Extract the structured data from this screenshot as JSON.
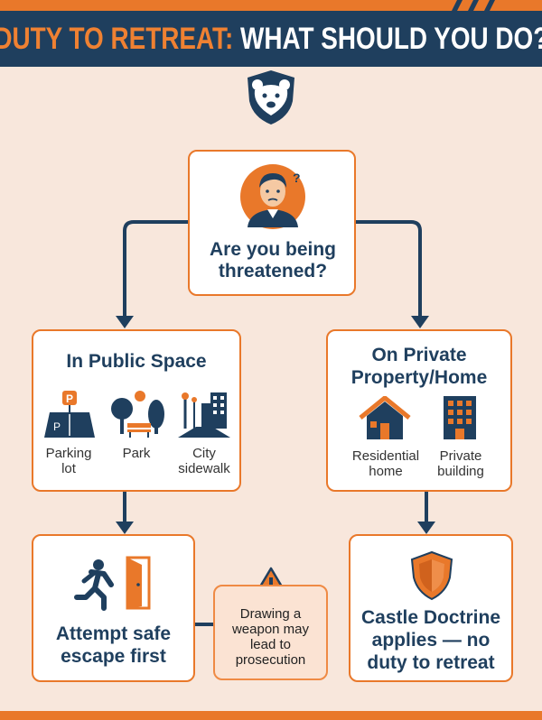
{
  "header": {
    "title_part1": "DUTY TO RETREAT:",
    "title_part2": "WHAT SHOULD YOU DO?"
  },
  "colors": {
    "navy": "#1f3f5e",
    "orange": "#e9782a",
    "background": "#f8e7dc"
  },
  "icons": [
    "bear-shield-logo",
    "worried-person-icon",
    "parking-icon",
    "park-icon",
    "city-sidewalk-icon",
    "house-icon",
    "building-icon",
    "running-exit-icon",
    "warning-icon",
    "shield-icon"
  ],
  "question": {
    "text": "Are you being threatened?"
  },
  "public": {
    "title": "In Public Space",
    "places": [
      {
        "label": "Parking lot"
      },
      {
        "label": "Park"
      },
      {
        "label": "City sidewalk"
      }
    ]
  },
  "private": {
    "title": "On Private Property/Home",
    "places": [
      {
        "label": "Residential home"
      },
      {
        "label": "Private building"
      }
    ]
  },
  "escape": {
    "text": "Attempt safe escape first"
  },
  "warning": {
    "text": "Drawing a weapon may lead to prosecution"
  },
  "castle": {
    "text": "Castle Doctrine applies — no duty to retreat"
  }
}
